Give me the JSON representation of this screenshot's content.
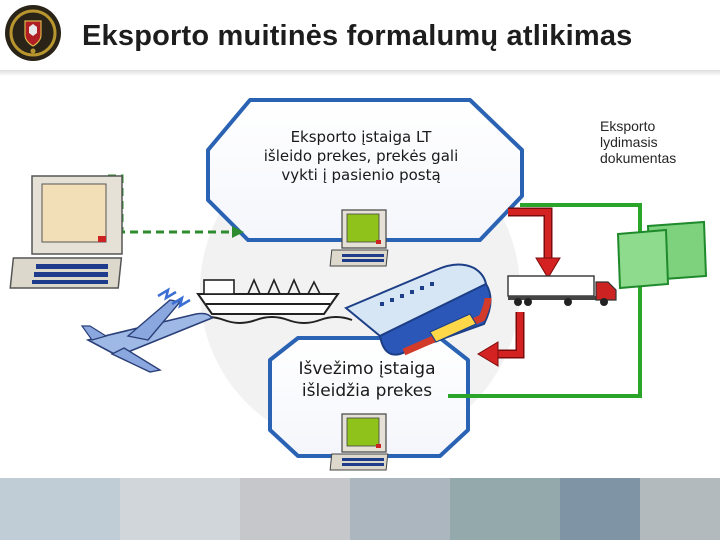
{
  "slide": {
    "title": "Eksporto muitinės formalumų atlikimas"
  },
  "nodes": [
    {
      "id": "export-office",
      "text": "Eksporto įstaiga LT\nišleido prekes, prekės gali\nvykti į pasienio postą"
    },
    {
      "id": "exit-office",
      "text": "Išvežimo įstaiga\nišleidžia prekes"
    }
  ],
  "document_label": "Eksporto\nlydimasis\ndokumentas",
  "colors": {
    "octagon_border": "#2a62b4",
    "dashed_connector": "#2e8b2e",
    "green_connector": "#2aa52a",
    "red_arrow": "#d42222",
    "document_fill": "#7ed27e",
    "document_border": "#1f8a2b",
    "computer_screen": "#8fc21a"
  },
  "icons": [
    "computer-icon",
    "ship-icon",
    "train-icon",
    "jet-icon",
    "truck-icon",
    "document-icon",
    "customs-emblem-icon"
  ]
}
